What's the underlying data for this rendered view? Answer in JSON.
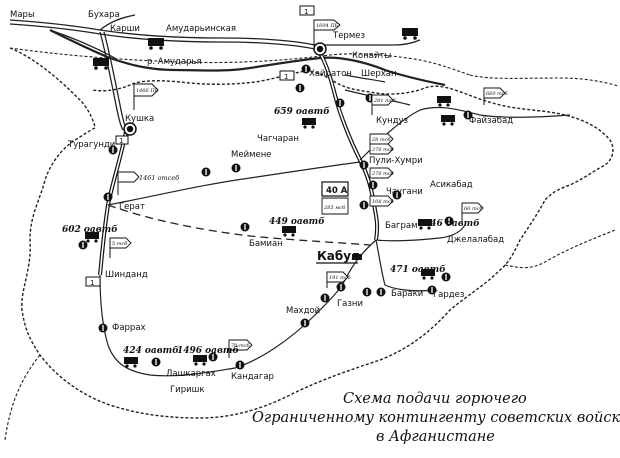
{
  "caption": {
    "line1": "Схема подачи горючего",
    "line2": "Ограниченному контингенту советских войск",
    "line3": "в Афганистане"
  },
  "river_label": "р. Амударья",
  "cities": {
    "mary": "Мары",
    "bukhara": "Бухара",
    "karshi": "Карши",
    "amudaryinskaya": "Амударьинская",
    "termez": "Термез",
    "konayty": "Конайты",
    "khayraton": "Хайратон",
    "shirkhan": "Шерхан",
    "kunduz": "Кундуз",
    "faizabad": "Файзабад",
    "kushka": "Кушка",
    "turagundi": "Турагунди",
    "chagcharan": "Чагчаран",
    "meymene": "Мейменe",
    "puli_khumri": "Пули-Хумри",
    "chaugani": "Чаугани",
    "asadabad": "Асикабад",
    "bagram": "Баграм",
    "jalalabad": "Джелалабад",
    "herat": "Герат",
    "bamian": "Бамиан",
    "kabul": "Кабул",
    "shindand": "Шинданд",
    "barakai": "Бараки",
    "gardez": "Гардез",
    "makhdoy": "Махдой",
    "ghazni": "Газни",
    "farah": "Фаррах",
    "lashkargakh": "Лашкаргах",
    "girishk": "Гиришк",
    "kandahar": "Кандагар"
  },
  "units": {
    "u659": "659 оавтб",
    "u1461": "1461 отсеб",
    "u449": "449 оавтб",
    "u602": "602 оавтб",
    "u446": "446 оавтб",
    "u471": "471 оавтб",
    "u424": "424 оавтб",
    "u1496": "1496 оавтб",
    "army": "40 А"
  },
  "flags": {
    "kushka": "1468 ПБ",
    "termez": "1604 ПБ",
    "kunduz": "281 тсб",
    "faizabad": "660 тсб",
    "puli1": "28 тсб",
    "puli2": "276 тсб",
    "chaugani1": "276 тсб",
    "chaugani2": "108 тсб",
    "army": "285 мсб",
    "jalalabad": "66 тсб",
    "ghazni": "191 тсб",
    "kandahar": "70 тсб",
    "shindand": "5 тсб"
  },
  "road_markers": {
    "termez_bridge": "1",
    "kushka_route": "1",
    "khayraton": "1",
    "shindand": "1"
  }
}
